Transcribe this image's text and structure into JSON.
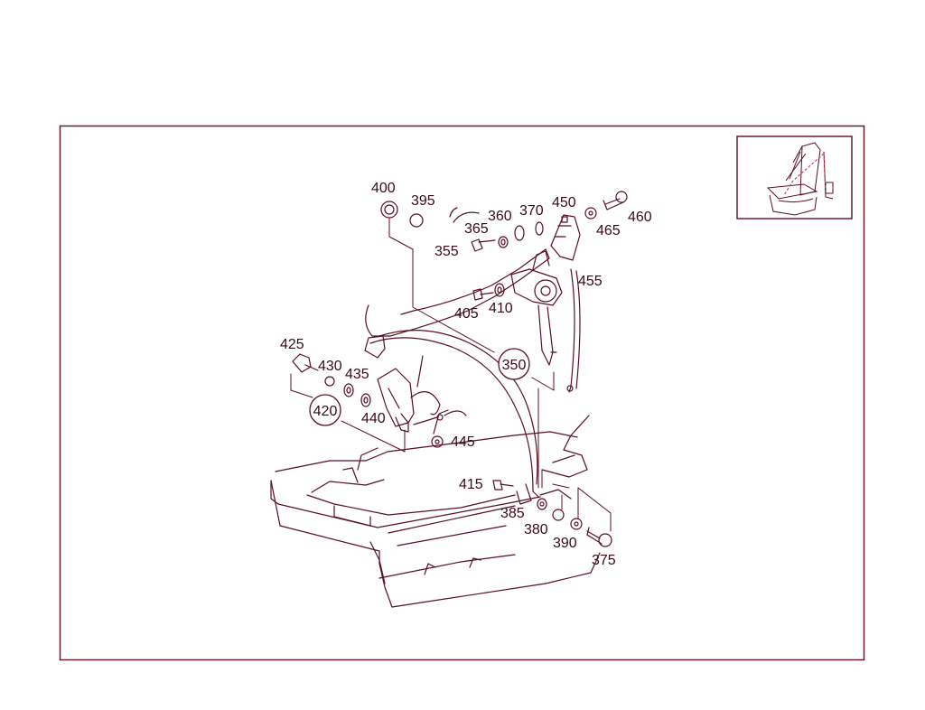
{
  "colors": {
    "line": "#5a0f1e",
    "frame": "#6b1a2a",
    "text": "#3a0a14",
    "background": "#ffffff",
    "accent": "#d04060"
  },
  "labels": {
    "p350": "350",
    "p355": "355",
    "p360": "360",
    "p365": "365",
    "p370": "370",
    "p375": "375",
    "p380": "380",
    "p385": "385",
    "p390": "390",
    "p395": "395",
    "p400": "400",
    "p405": "405",
    "p410": "410",
    "p415": "415",
    "p420": "420",
    "p425": "425",
    "p430": "430",
    "p435": "435",
    "p440": "440",
    "p445": "445",
    "p450": "450",
    "p455": "455",
    "p460": "460",
    "p465": "465"
  },
  "thumbnail": {
    "icon": "seat-belt-thumbnail-icon"
  }
}
